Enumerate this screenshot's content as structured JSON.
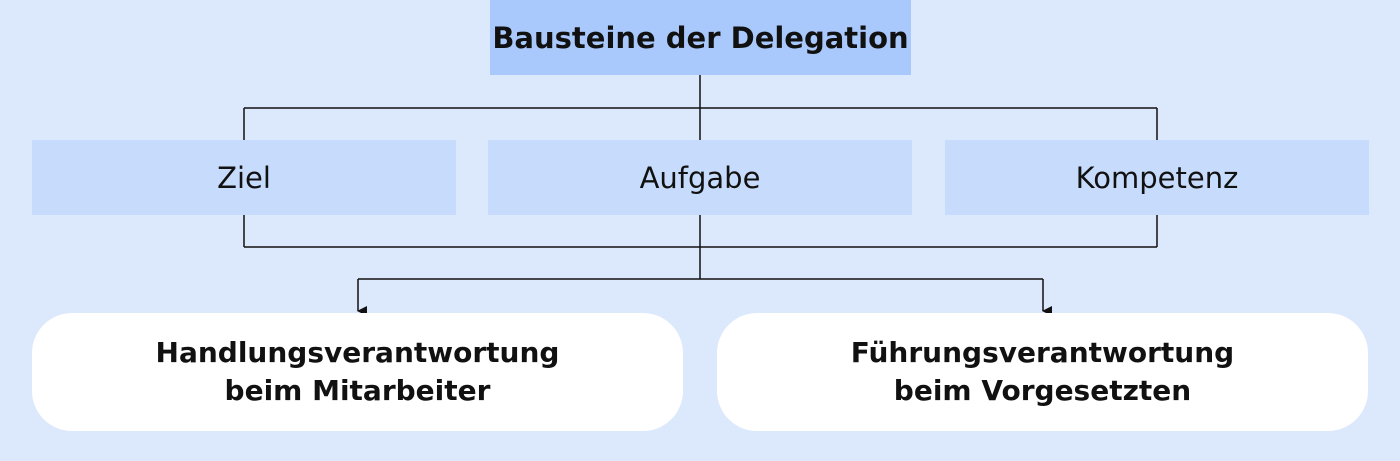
{
  "title": "Bausteine der Delegation",
  "elements": [
    "Ziel",
    "Aufgabe",
    "Kompetenz"
  ],
  "results": [
    {
      "line1": "Handlungsverantwortung",
      "line2": "beim Mitarbeiter"
    },
    {
      "line1": "Führungsverantwortung",
      "line2": "beim Vorgesetzten"
    }
  ],
  "colors": {
    "background": "#dce8fc",
    "title_fill": "#a9c8fb",
    "element_fill": "#c7dcfc",
    "result_fill": "#ffffff",
    "line": "#111111"
  }
}
